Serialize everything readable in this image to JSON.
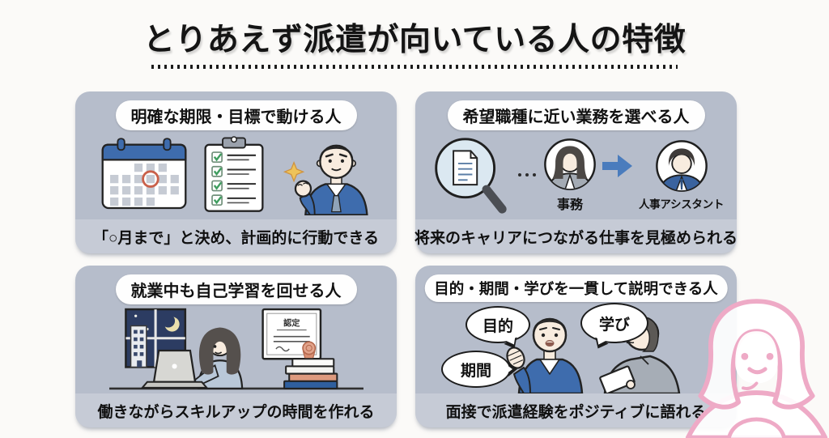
{
  "page": {
    "title": "とりあえず派遣が向いている人の特徴",
    "background_color": "#fbfaf8",
    "panel_color": "#b6bdcb",
    "accent_blue": "#3e6cad",
    "pink_accent": "#eeaac6"
  },
  "panels": [
    {
      "header": "明確な期限・目標で動ける人",
      "caption": "「○月まで」と決め、計画的に行動できる",
      "icons": [
        "calendar-icon",
        "checklist-icon",
        "sparkle-icon",
        "determined-man-icon"
      ]
    },
    {
      "header": "希望職種に近い業務を選べる人",
      "caption": "将来のキャリアにつながる仕事を見極められる",
      "labels": {
        "current_role": "事務",
        "next_role": "人事アシスタント"
      },
      "icons": [
        "magnifier-document-icon",
        "office-worker-icon",
        "arrow-right-icon",
        "hr-assistant-icon"
      ]
    },
    {
      "header": "就業中も自己学習を回せる人",
      "caption": "働きながらスキルアップの時間を作れる",
      "certificate_label": "認定",
      "icons": [
        "night-window-icon",
        "studying-woman-icon",
        "certificate-icon",
        "books-icon"
      ]
    },
    {
      "header": "目的・期間・学びを一貫して説明できる人",
      "caption": "面接で派遣経験をポジティブに語れる",
      "bubbles": [
        "目的",
        "学び",
        "期間"
      ],
      "icons": [
        "interview-scene-icon"
      ]
    }
  ],
  "decoration": {
    "mascot": "pink-woman-line-art"
  }
}
